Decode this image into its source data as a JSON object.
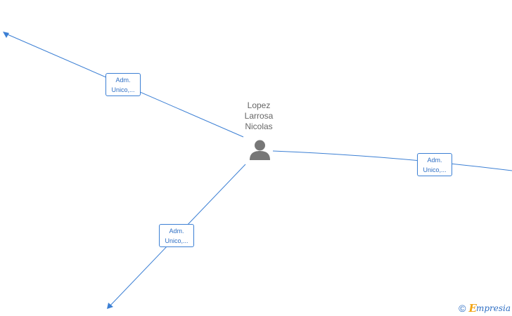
{
  "center": {
    "name_lines": [
      "Lopez",
      "Larrosa",
      "Nicolas"
    ],
    "icon": "person-icon"
  },
  "edges": [
    {
      "label_lines": [
        "Adm.",
        "Unico,..."
      ]
    },
    {
      "label_lines": [
        "Adm.",
        "Unico,..."
      ]
    },
    {
      "label_lines": [
        "Adm.",
        "Unico,..."
      ]
    }
  ],
  "watermark": {
    "copyright_symbol": "©",
    "brand_initial": "E",
    "brand_rest": "mpresia"
  },
  "colors": {
    "edge": "#3b7fd4",
    "label_text": "#2f6fc4",
    "center_text": "#666666",
    "person_icon": "#777777",
    "brand_initial": "#f2a413"
  }
}
